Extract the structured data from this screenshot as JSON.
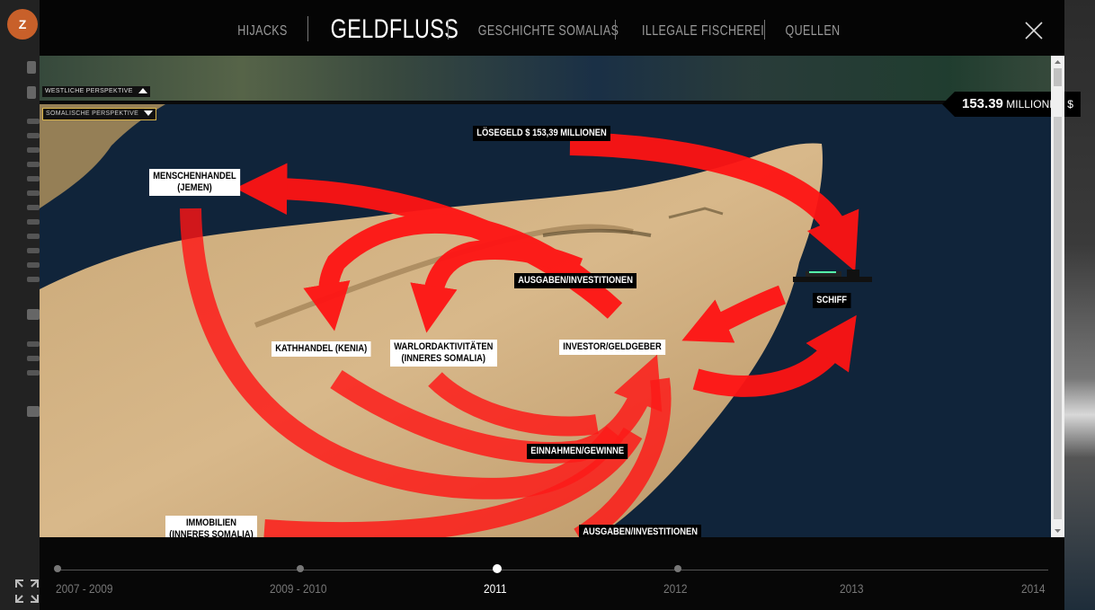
{
  "background": {
    "logo": "Z"
  },
  "nav": {
    "items": [
      {
        "label": "HIJACKS",
        "active": false
      },
      {
        "label": "GELDFLUSS",
        "active": true
      },
      {
        "label": "GESCHICHTE SOMALIAS",
        "active": false
      },
      {
        "label": "ILLEGALE FISCHEREI",
        "active": false
      },
      {
        "label": "QUELLEN",
        "active": false
      }
    ],
    "close_icon": "close-icon"
  },
  "perspective": {
    "western": "WESTLICHE PERSPEKTIVE",
    "somali": "SOMALISCHE PERSPEKTIVE"
  },
  "counter": {
    "value": "153.39",
    "unit": "MILLIONEN $"
  },
  "labels": {
    "ransom": "LÖSEGELD $ 153,39 MILLIONEN",
    "human_trafficking_1": "MENSCHENHANDEL",
    "human_trafficking_2": "(JEMEN)",
    "khat": "KATHHANDEL (KENIA)",
    "warlord_1": "WARLORDAKTIVITÄTEN",
    "warlord_2": "(INNERES SOMALIA)",
    "investor": "INVESTOR/GELDGEBER",
    "spending_top": "AUSGABEN/INVESTITIONEN",
    "ship": "SCHIFF",
    "revenue": "EINNAHMEN/GEWINNE",
    "real_estate_1": "IMMOBILIEN",
    "real_estate_2": "(INNERES SOMALIA)",
    "spending_bottom": "AUSGABEN/INVESTITIONEN"
  },
  "timeline": {
    "items": [
      {
        "label": "2007 - 2009",
        "active": false
      },
      {
        "label": "2009 - 2010",
        "active": false
      },
      {
        "label": "2011",
        "active": true
      },
      {
        "label": "2012",
        "active": false
      },
      {
        "label": "2013",
        "active": false
      },
      {
        "label": "2014",
        "active": false
      }
    ]
  },
  "colors": {
    "arrow": "#ff1414",
    "accent": "#d9b44a"
  }
}
